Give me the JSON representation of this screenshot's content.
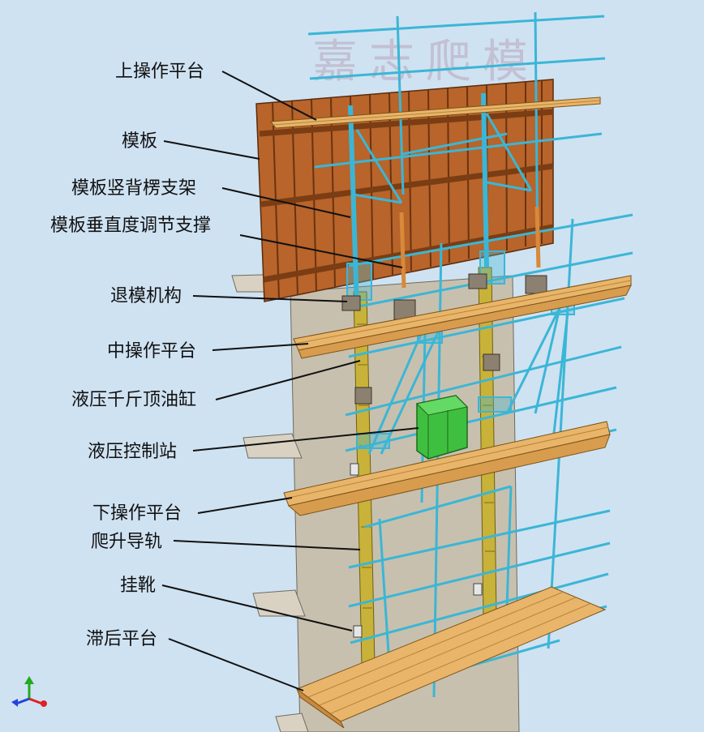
{
  "watermark": "嘉志爬模",
  "labels": [
    {
      "id": "upper-platform",
      "text": "上操作平台"
    },
    {
      "id": "formwork",
      "text": "模板"
    },
    {
      "id": "vertical-waler-bracket",
      "text": "模板竖背楞支架"
    },
    {
      "id": "verticality-adjust-brace",
      "text": "模板垂直度调节支撑"
    },
    {
      "id": "demolding-mechanism",
      "text": "退模机构"
    },
    {
      "id": "middle-platform",
      "text": "中操作平台"
    },
    {
      "id": "hydraulic-jack-cylinder",
      "text": "液压千斤顶油缸"
    },
    {
      "id": "hydraulic-control-station",
      "text": "液压控制站"
    },
    {
      "id": "lower-platform",
      "text": "下操作平台"
    },
    {
      "id": "climbing-rail",
      "text": "爬升导轨"
    },
    {
      "id": "hanging-shoe",
      "text": "挂靴"
    },
    {
      "id": "trailing-platform",
      "text": "滞后平台"
    }
  ],
  "colors": {
    "background": "#cfe2f2",
    "wall": "#c8c0ae",
    "formwork": "#b8642a",
    "timber": "#e9b56a",
    "steel": "#3bb6d6",
    "rail": "#c8b23a",
    "control_station": "#3fbf3f"
  },
  "axis_icon": [
    "y-axis-green",
    "x-axis-red",
    "z-axis-blue"
  ]
}
